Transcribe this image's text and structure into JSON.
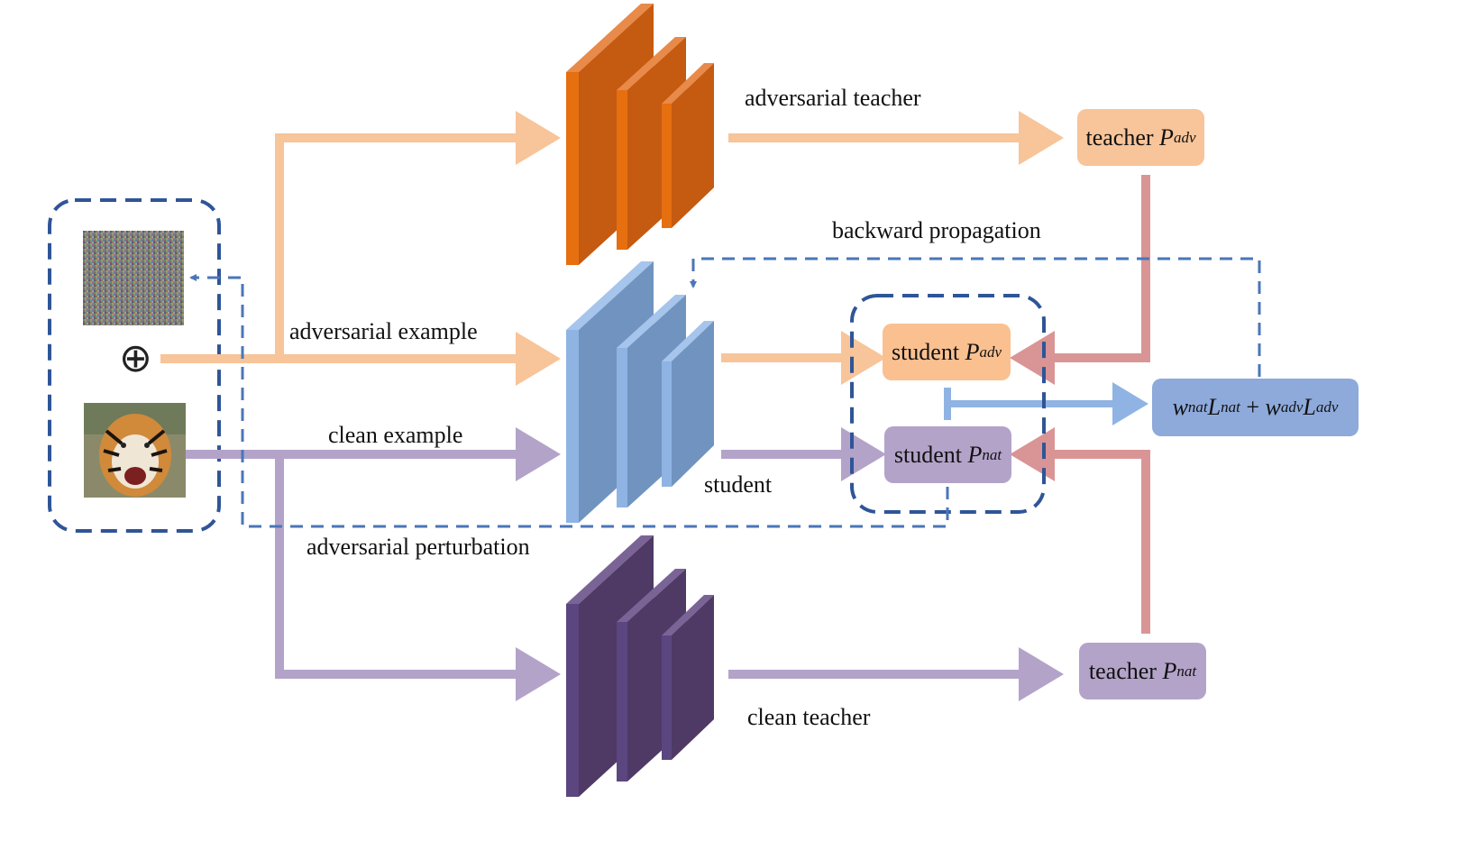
{
  "labels": {
    "adversarial_teacher": "adversarial teacher",
    "backward_propagation": "backward propagation",
    "adversarial_example": "adversarial example",
    "clean_example": "clean example",
    "student": "student",
    "adversarial_perturbation": "adversarial perturbation",
    "clean_teacher": "clean teacher"
  },
  "boxes": {
    "teacher_adv": {
      "word": "teacher",
      "sym": "P",
      "sub": "adv"
    },
    "student_adv": {
      "word": "student",
      "sym": "P",
      "sub": "adv"
    },
    "student_nat": {
      "word": "student",
      "sym": "P",
      "sub": "nat"
    },
    "teacher_nat": {
      "word": "teacher",
      "sym": "P",
      "sub": "nat"
    },
    "loss": {
      "w1": "w",
      "s1": "nat",
      "L1": "L",
      "s2": "nat",
      "plus": "+",
      "w2": "w",
      "s3": "adv",
      "L2": "L",
      "s4": "adv"
    }
  },
  "symbols": {
    "oplus": "⊕"
  },
  "images": {
    "noise": "noise-perturbation-image",
    "tiger": "tiger-photo"
  },
  "colors": {
    "orange_arrow": "#f8c499",
    "purple_arrow": "#b3a3c9",
    "blue_arrow": "#8fb4e3",
    "red_arrow": "#d99595",
    "dashed": "#2f5597",
    "teacher_adv_box": "#f8c499",
    "student_adv_box": "#fac090",
    "student_nat_box": "#b3a3c9",
    "teacher_nat_box": "#b3a3c9",
    "loss_box": "#8eaadb",
    "orange_net": "#c55a11",
    "blue_net": "#7094bf",
    "purple_net": "#4f3a66"
  }
}
